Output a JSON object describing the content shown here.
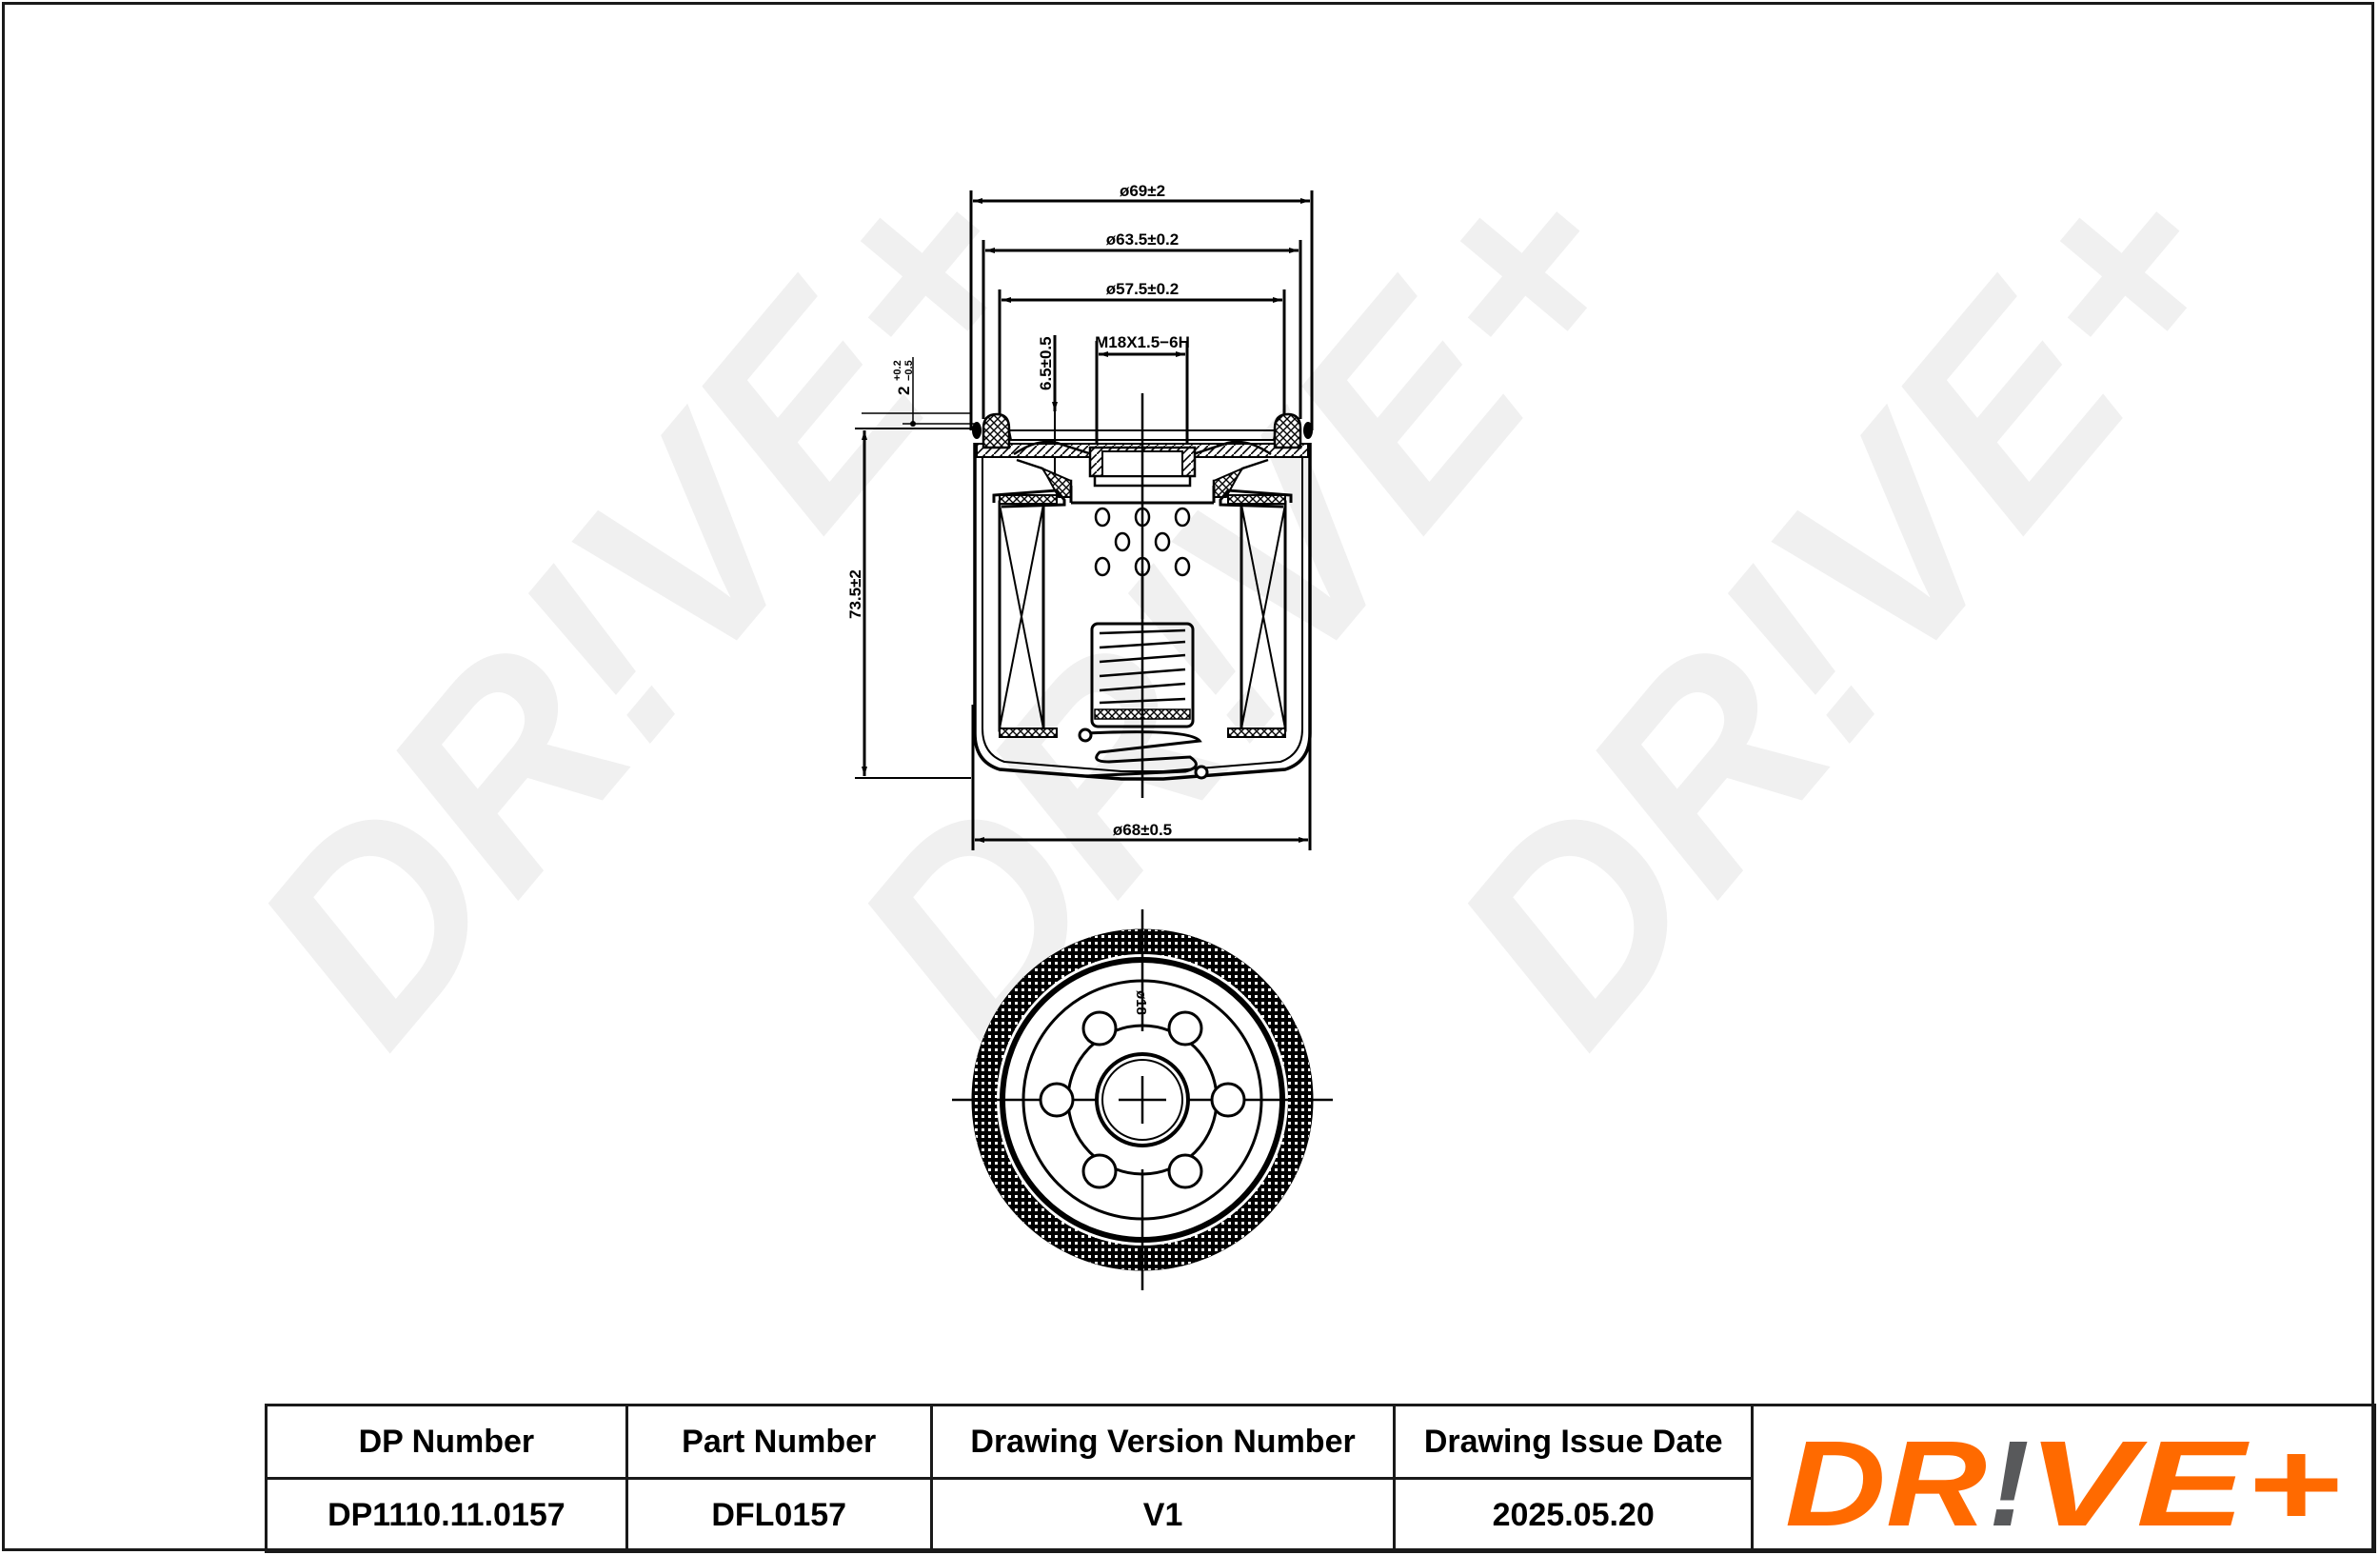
{
  "document": {
    "type": "technical-drawing",
    "subject": "oil-filter"
  },
  "watermark": {
    "text": "DR!VE+",
    "color": "#f0f0f0",
    "count": 3
  },
  "side_view": {
    "dimensions": {
      "outer_diameter_top": "ø69±2",
      "gasket_outer_diameter": "ø63.5±0.2",
      "gasket_inner_diameter": "ø57.5±0.2",
      "thread": "M18X1.5−6H",
      "thread_depth": "6.5±0.5",
      "gasket_height": "2+0.2/−0.5",
      "gasket_height_main": "2",
      "gasket_height_upper_tol": "+0.2",
      "gasket_height_lower_tol": "−0.5",
      "overall_height": "73.5±2",
      "body_diameter": "ø68±0.5"
    }
  },
  "top_view": {
    "label": "ø18"
  },
  "title_block": {
    "headers": [
      "DP Number",
      "Part Number",
      "Drawing Version Number",
      "Drawing Issue Date"
    ],
    "values": [
      "DP1110.11.0157",
      "DFL0157",
      "V1",
      "2025.05.20"
    ]
  },
  "logo": {
    "text_left": "DR",
    "text_bang": "!",
    "text_right": "VE+",
    "primary_color": "#ff6a00",
    "accent_color": "#58595b"
  }
}
